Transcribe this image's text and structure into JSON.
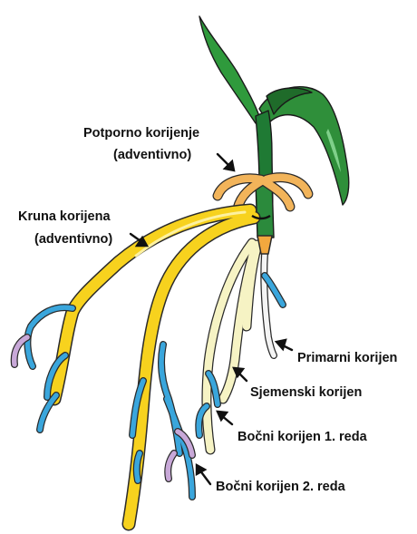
{
  "labels": {
    "brace_roots": [
      "Potporno korijenje",
      "(adventivno)"
    ],
    "crown_roots": [
      "Kruna korijena",
      "(adventivno)"
    ],
    "primary_root": "Primarni korijen",
    "seminal_root": "Sjemenski korijen",
    "lateral_root_1": "Bočni korijen 1. reda",
    "lateral_root_2": "Bočni korijen 2. reda"
  },
  "colors": {
    "leaf": "#2f8f3a",
    "leaf_dark": "#1f6b2a",
    "stem": "#1f7a34",
    "brace_root": "#f2b45a",
    "crown_root": "#f7d21e",
    "seminal_root": "#f6f3c4",
    "primary_root": "#f4f4f4",
    "lateral_1": "#3aa6dc",
    "lateral_2": "#c8a8d8",
    "outline": "#2a2a2a"
  }
}
